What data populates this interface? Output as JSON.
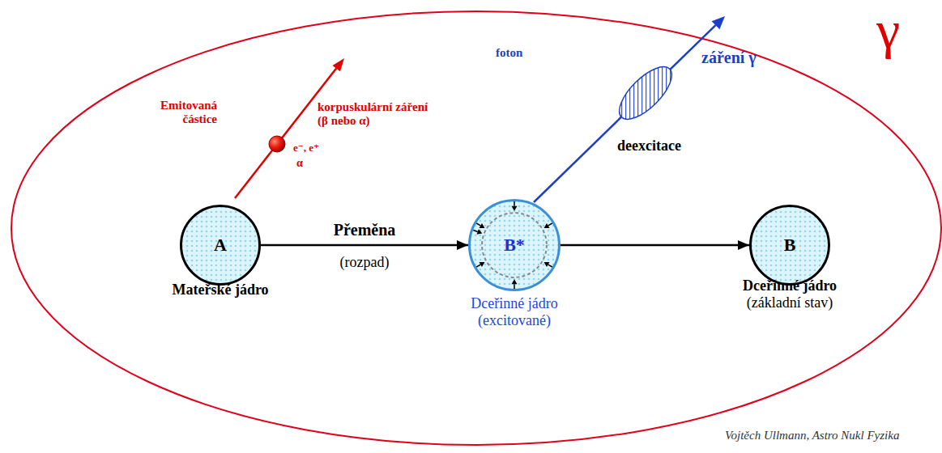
{
  "diagram": {
    "nodes": [
      {
        "text": [
          "A",
          "Mateřské jádro"
        ]
      },
      {
        "text": [
          "B*",
          "Dceřinné jádro (excitované)"
        ]
      },
      {
        "text": [
          "B",
          "Dceřinné jádro (základní stav)"
        ]
      }
    ],
    "edges": [
      {
        "from": 0,
        "to": 1,
        "arrow": "to",
        "label": "Přeměna"
      },
      {
        "from": 1,
        "to": 2,
        "arrow": "to"
      }
    ],
    "labels": [
      "γ",
      "Emitovaná částice",
      "korpuskulární záření (β nebo α)",
      "e⁻, e⁺",
      "α",
      "foton",
      "záření γ",
      "(rozpad)",
      "deexcitace",
      "Vojtěch Ullmann, Astro Nukl Fyzika"
    ]
  }
}
